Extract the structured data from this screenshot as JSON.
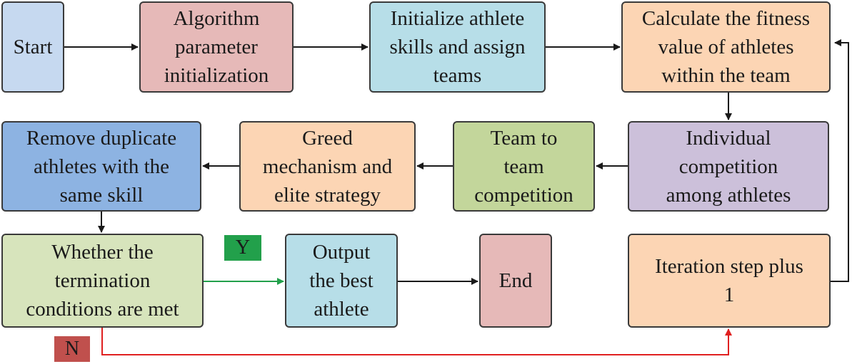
{
  "nodes": {
    "start": {
      "label": "Start",
      "color": "#c6d9f0"
    },
    "param_init": {
      "label": "Algorithm\nparameter\ninitialization",
      "color": "#e6b9b8"
    },
    "init_skills": {
      "label": "Initialize athlete\nskills and assign\nteams",
      "color": "#b7dee8"
    },
    "calc_fitness": {
      "label": "Calculate the fitness\nvalue of athletes\nwithin the team",
      "color": "#fcd5b4"
    },
    "individual": {
      "label": "Individual\ncompetition\namong athletes",
      "color": "#ccc0da"
    },
    "team": {
      "label": "Team to\nteam\ncompetition",
      "color": "#c3d69b"
    },
    "greed": {
      "label": "Greed\nmechanism and\nelite strategy",
      "color": "#fcd5b4"
    },
    "remove_dup": {
      "label": "Remove duplicate\nathletes with the\nsame skill",
      "color": "#8db3e2"
    },
    "termination": {
      "label": "Whether the\ntermination\nconditions are met",
      "color": "#d7e4bc"
    },
    "output": {
      "label": "Output\nthe best\nathlete",
      "color": "#b7dee8"
    },
    "end": {
      "label": "End",
      "color": "#e6b9b8"
    },
    "iteration": {
      "label": "Iteration step plus\n1",
      "color": "#fcd5b4"
    }
  },
  "labels": {
    "yes": {
      "text": "Y",
      "color": "#22a04b"
    },
    "no": {
      "text": "N",
      "color": "#c0504d"
    }
  },
  "edge_colors": {
    "default": "#1a1a1a",
    "yes": "#22a04b",
    "no": "#e02020"
  }
}
